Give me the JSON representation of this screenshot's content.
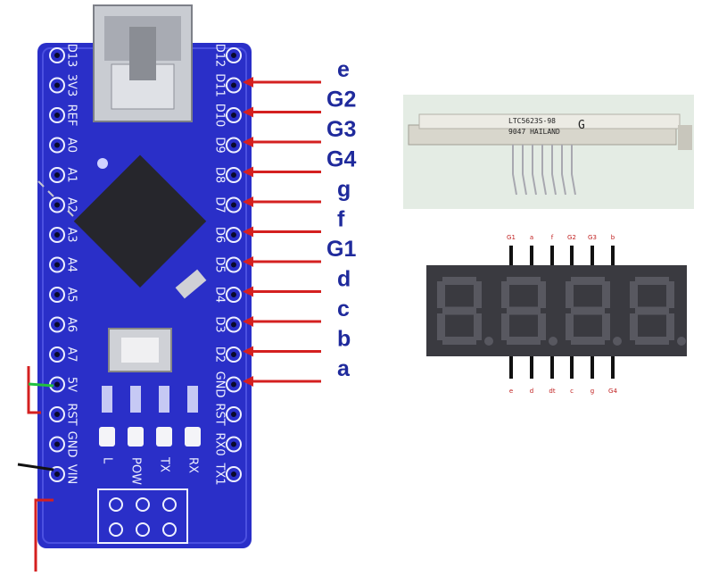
{
  "board": {
    "left_header": [
      "D13",
      "3V3",
      "REF",
      "A0",
      "A1",
      "A2",
      "A3",
      "A4",
      "A5",
      "A6",
      "A7",
      "5V",
      "RST",
      "GND",
      "VIN"
    ],
    "right_header": [
      "D12",
      "D11",
      "D10",
      "D9",
      "D8",
      "D7",
      "D6",
      "D5",
      "D4",
      "D3",
      "D2",
      "GND",
      "RST",
      "RX0",
      "TX1"
    ],
    "leds": [
      "L",
      "POW",
      "TX",
      "RX"
    ]
  },
  "connections": [
    {
      "pin": "D12",
      "segment": "e"
    },
    {
      "pin": "D11",
      "segment": "G2"
    },
    {
      "pin": "D10",
      "segment": "G3"
    },
    {
      "pin": "D9",
      "segment": "G4"
    },
    {
      "pin": "D8",
      "segment": "g"
    },
    {
      "pin": "D7",
      "segment": "f"
    },
    {
      "pin": "D6",
      "segment": "G1"
    },
    {
      "pin": "D5",
      "segment": "d"
    },
    {
      "pin": "D4",
      "segment": "c"
    },
    {
      "pin": "D3",
      "segment": "b"
    },
    {
      "pin": "D2",
      "segment": "a"
    }
  ],
  "component": {
    "part_line1": "LTC5623S-98",
    "part_line2": "9047 HAILAND",
    "part_mark": "G"
  },
  "display": {
    "top_pins": [
      "G1",
      "a",
      "f",
      "G2",
      "G3",
      "b"
    ],
    "bottom_pins": [
      "e",
      "d",
      "dt",
      "c",
      "g",
      "G4"
    ]
  },
  "colors": {
    "board": "#2a2fc8",
    "arrow": "#d42020",
    "label": "#1f2a9c",
    "display_body": "#3a3a40",
    "segment_off": "#585860"
  }
}
